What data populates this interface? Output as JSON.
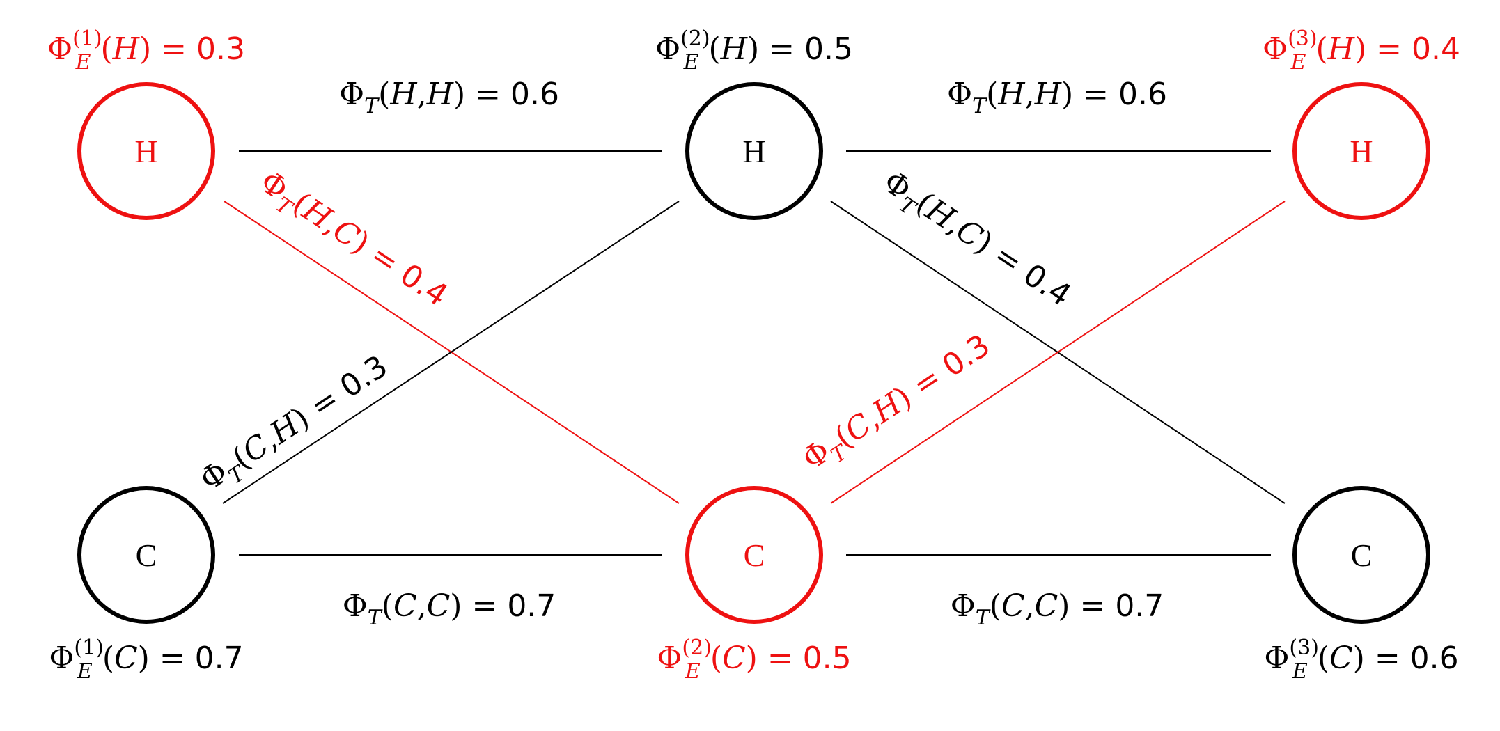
{
  "colors": {
    "highlight": "#ee1111",
    "default": "#000000"
  },
  "nodes": [
    {
      "id": "h1",
      "letter": "H",
      "highlighted": true
    },
    {
      "id": "h2",
      "letter": "H",
      "highlighted": false
    },
    {
      "id": "h3",
      "letter": "H",
      "highlighted": true
    },
    {
      "id": "c1",
      "letter": "C",
      "highlighted": false
    },
    {
      "id": "c2",
      "letter": "C",
      "highlighted": true
    },
    {
      "id": "c3",
      "letter": "C",
      "highlighted": false
    }
  ],
  "emissions": [
    {
      "id": "e-h1",
      "t": "(1)",
      "state": "H",
      "value": "0.3",
      "highlighted": true
    },
    {
      "id": "e-h2",
      "t": "(2)",
      "state": "H",
      "value": "0.5",
      "highlighted": false
    },
    {
      "id": "e-h3",
      "t": "(3)",
      "state": "H",
      "value": "0.4",
      "highlighted": true
    },
    {
      "id": "e-c1",
      "t": "(1)",
      "state": "C",
      "value": "0.7",
      "highlighted": false
    },
    {
      "id": "e-c2",
      "t": "(2)",
      "state": "C",
      "value": "0.5",
      "highlighted": true
    },
    {
      "id": "e-c3",
      "t": "(3)",
      "state": "C",
      "value": "0.6",
      "highlighted": false
    }
  ],
  "transitions": [
    {
      "id": "t-hh-12",
      "from": "H",
      "to": "H",
      "value": "0.6",
      "highlighted": false
    },
    {
      "id": "t-hh-23",
      "from": "H",
      "to": "H",
      "value": "0.6",
      "highlighted": false
    },
    {
      "id": "t-cc-12",
      "from": "C",
      "to": "C",
      "value": "0.7",
      "highlighted": false
    },
    {
      "id": "t-cc-23",
      "from": "C",
      "to": "C",
      "value": "0.7",
      "highlighted": false
    },
    {
      "id": "t-hc-12",
      "from": "H",
      "to": "C",
      "value": "0.4",
      "highlighted": true
    },
    {
      "id": "t-ch-12",
      "from": "C",
      "to": "H",
      "value": "0.3",
      "highlighted": false
    },
    {
      "id": "t-hc-23",
      "from": "H",
      "to": "C",
      "value": "0.4",
      "highlighted": false
    },
    {
      "id": "t-ch-23",
      "from": "C",
      "to": "H",
      "value": "0.3",
      "highlighted": true
    }
  ],
  "symbols": {
    "phi": "Φ",
    "emission_sub": "E",
    "transition_sub": "T",
    "equals": " = "
  }
}
